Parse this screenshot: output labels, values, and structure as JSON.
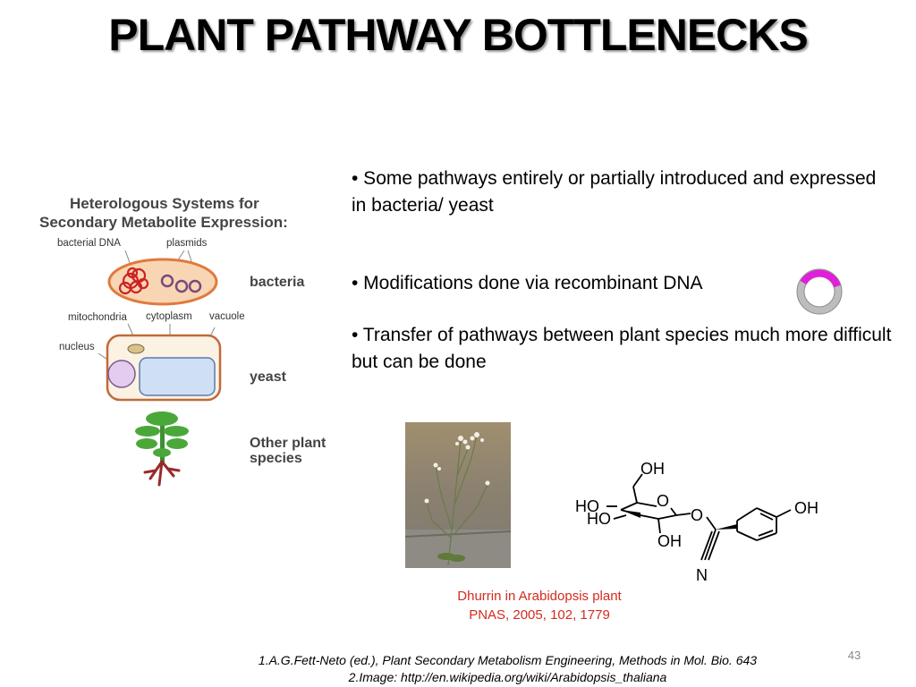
{
  "slide": {
    "title": "PLANT PATHWAY BOTTLENECKS",
    "page_number": "43"
  },
  "bullets": [
    "• Some pathways entirely or partially introduced and expressed in bacteria/ yeast",
    "•  Modifications done via recombinant DNA",
    "• Transfer of pathways between plant species much more difficult but can be done"
  ],
  "figure_left": {
    "heading_line1": "Heterologous Systems for",
    "heading_line2": "Secondary Metabolite Expression:",
    "labels": {
      "bacterial_dna": "bacterial DNA",
      "plasmids": "plasmids",
      "mitochondria": "mitochondria",
      "cytoplasm": "cytoplasm",
      "vacuole": "vacuole",
      "nucleus": "nucleus"
    },
    "systems": {
      "bacteria": "bacteria",
      "yeast": "yeast",
      "other_line1": "Other plant",
      "other_line2": "species"
    },
    "colors": {
      "bacteria_fill": "#f8d6b4",
      "bacteria_border": "#e07a3c",
      "dna": "#cc2222",
      "plasmid": "#7a4a7a",
      "yeast_border": "#c06a3a",
      "vacuole_fill": "#cfe0f4",
      "nucleus_fill": "#e4ccee",
      "plant_green": "#4aa83a",
      "root_red": "#9a2a2a"
    }
  },
  "molecule": {
    "labels": {
      "oh_top": "OH",
      "ring_o": "O",
      "ho_left1": "HO",
      "ho_left2": "HO",
      "glyco_o": "O",
      "oh_bottom": "OH",
      "oh_phenol": "OH",
      "nitrile_n": "N"
    }
  },
  "caption": {
    "line1": "Dhurrin in Arabidopsis plant",
    "line2": "PNAS, 2005, 102, 1779",
    "color": "#d42a20"
  },
  "references": {
    "line1": "1.A.G.Fett-Neto (ed.), Plant Secondary Metabolism Engineering, Methods in Mol.  Bio. 643",
    "line2": "2.Image: http://en.wikipedia.org/wiki/Arabidopsis_thaliana"
  },
  "icons": {
    "plasmid": "plasmid-ring-icon",
    "photo": "arabidopsis-plant-photo"
  }
}
